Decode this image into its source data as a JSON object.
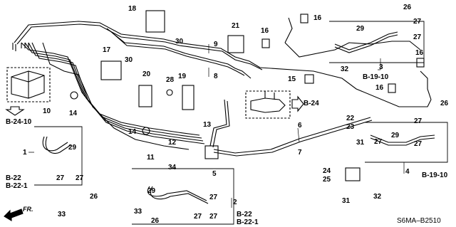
{
  "diagram_code": "S6MA‒B2510",
  "front_label": "FR.",
  "labels": {
    "n1": "1",
    "n2": "2",
    "n3": "3",
    "n4": "4",
    "n5": "5",
    "n6": "6",
    "n7": "7",
    "n8": "8",
    "n9": "9",
    "n10": "10",
    "n11": "11",
    "n12": "12",
    "n13": "13",
    "n14a": "14",
    "n14b": "14",
    "n15": "15",
    "n16a": "16",
    "n16b": "16",
    "n16c": "16",
    "n16d": "16",
    "n17": "17",
    "n18": "18",
    "n19": "19",
    "n20": "20",
    "n21": "21",
    "n22": "22",
    "n23": "23",
    "n24": "24",
    "n25": "25",
    "n26a": "26",
    "n26b": "26",
    "n26c": "26",
    "n26d": "26",
    "n27a": "27",
    "n27b": "27",
    "n27c": "27",
    "n27d": "27",
    "n27e": "27",
    "n27f": "27",
    "n27g": "27",
    "n27h": "27",
    "n27i": "27",
    "n27j": "27",
    "n28": "28",
    "n29a": "29",
    "n29b": "29",
    "n29c": "29",
    "n29d": "29",
    "n30a": "30",
    "n30b": "30",
    "n31a": "31",
    "n31b": "31",
    "n32a": "32",
    "n32b": "32",
    "n33a": "33",
    "n33b": "33",
    "n34": "34"
  },
  "refs": {
    "b2410": "B-24-10",
    "b24": "B-24",
    "b1910a": "B-19-10",
    "b1910b": "B-19-10",
    "b22a": "B-22",
    "b221a": "B-22-1",
    "b22b": "B-22",
    "b221b": "B-22-1"
  }
}
